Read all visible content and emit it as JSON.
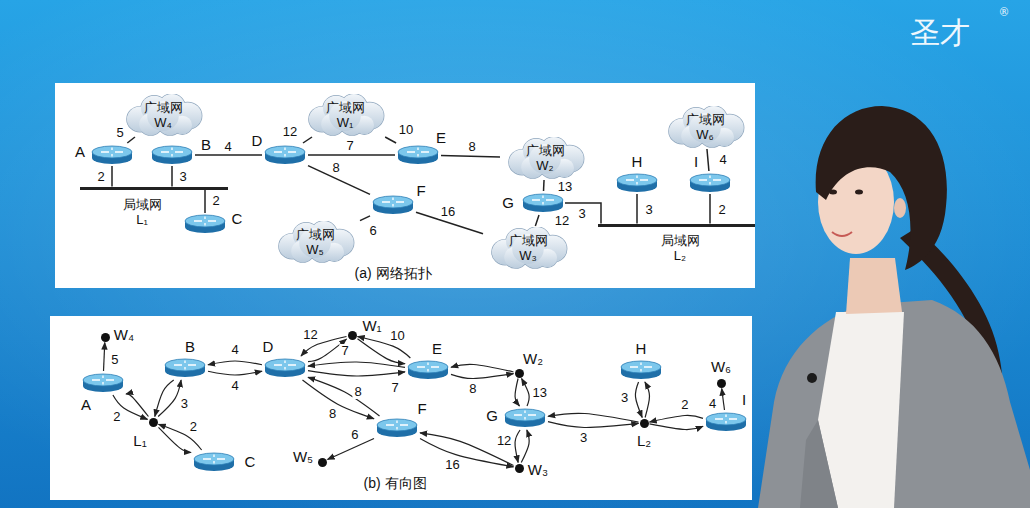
{
  "diagram": {
    "nodes": [
      {
        "text": [
          "(a) 网络拓扑"
        ]
      },
      {
        "text": [
          "广域网 W₄"
        ],
        "in": 0
      },
      {
        "text": [
          "广域网 W₁"
        ],
        "in": 0
      },
      {
        "text": [
          "广域网 W₆"
        ],
        "in": 0
      },
      {
        "text": [
          "A"
        ],
        "in": 0
      },
      {
        "text": [
          "B"
        ],
        "in": 0
      },
      {
        "text": [
          "D"
        ],
        "in": 0
      },
      {
        "text": [
          "E"
        ],
        "in": 0
      },
      {
        "text": [
          "广域网 W₂"
        ],
        "in": 0
      },
      {
        "text": [
          "H"
        ],
        "in": 0
      },
      {
        "text": [
          "I"
        ],
        "in": 0
      },
      {
        "text": [
          "局域网 L₁"
        ],
        "in": 0
      },
      {
        "text": [
          "F"
        ],
        "in": 0
      },
      {
        "text": [
          "G"
        ],
        "in": 0
      },
      {
        "text": [
          "C"
        ],
        "in": 0
      },
      {
        "text": [
          "广域网 W₅"
        ],
        "in": 0
      },
      {
        "text": [
          "广域网 W₃"
        ],
        "in": 0
      },
      {
        "text": [
          "局域网 L₂"
        ],
        "in": 0
      },
      {
        "text": [
          "(b) 有向图"
        ]
      },
      {
        "text": [
          "W₄"
        ],
        "in": 18
      },
      {
        "text": [
          "W₁"
        ],
        "in": 18
      },
      {
        "text": [
          "B"
        ],
        "in": 18
      },
      {
        "text": [
          "D"
        ],
        "in": 18
      },
      {
        "text": [
          "E"
        ],
        "in": 18
      },
      {
        "text": [
          "H"
        ],
        "in": 18
      },
      {
        "text": [
          "W₂"
        ],
        "in": 18
      },
      {
        "text": [
          "A"
        ],
        "in": 18
      },
      {
        "text": [
          "W₆"
        ],
        "in": 18
      },
      {
        "text": [
          "F"
        ],
        "in": 18
      },
      {
        "text": [
          "G"
        ],
        "in": 18
      },
      {
        "text": [
          "L₁"
        ],
        "in": 18
      },
      {
        "text": [
          "I"
        ],
        "in": 18
      },
      {
        "text": [
          "C"
        ],
        "in": 18
      },
      {
        "text": [
          "W₅"
        ],
        "in": 18
      },
      {
        "text": [
          "W₃"
        ],
        "in": 18
      },
      {
        "text": [
          "L₂"
        ],
        "in": 18
      }
    ],
    "edges": [
      {
        "from": 4,
        "to": 1,
        "arrow": "none",
        "label": "5"
      },
      {
        "from": 4,
        "to": 11,
        "arrow": "none",
        "label": "2"
      },
      {
        "from": 5,
        "to": 11,
        "arrow": "none",
        "label": "3"
      },
      {
        "from": 14,
        "to": 11,
        "arrow": "none",
        "label": "2"
      },
      {
        "from": 5,
        "to": 6,
        "arrow": "none",
        "label": "4"
      },
      {
        "from": 6,
        "to": 2,
        "arrow": "none",
        "label": "12"
      },
      {
        "from": 6,
        "to": 7,
        "arrow": "none",
        "label": "7"
      },
      {
        "from": 7,
        "to": 2,
        "arrow": "none",
        "label": "10"
      },
      {
        "from": 6,
        "to": 12,
        "arrow": "none",
        "label": "8"
      },
      {
        "from": 7,
        "to": 8,
        "arrow": "none",
        "label": "8"
      },
      {
        "from": 12,
        "to": 15,
        "arrow": "none",
        "label": "6"
      },
      {
        "from": 12,
        "to": 16,
        "arrow": "none",
        "label": "16"
      },
      {
        "from": 13,
        "to": 8,
        "arrow": "none",
        "label": "13"
      },
      {
        "from": 13,
        "to": 16,
        "arrow": "none",
        "label": "12"
      },
      {
        "from": 13,
        "to": 17,
        "arrow": "none",
        "label": "3"
      },
      {
        "from": 9,
        "to": 17,
        "arrow": "none",
        "label": "3"
      },
      {
        "from": 10,
        "to": 17,
        "arrow": "none",
        "label": "2"
      },
      {
        "from": 10,
        "to": 3,
        "arrow": "none",
        "label": "4"
      },
      {
        "from": 26,
        "to": 19,
        "arrow": "to",
        "label": "5"
      },
      {
        "from": 26,
        "to": 30,
        "arrow": "to",
        "label": "2"
      },
      {
        "from": 30,
        "to": 26,
        "arrow": "to"
      },
      {
        "from": 21,
        "to": 30,
        "arrow": "to",
        "label": "3"
      },
      {
        "from": 30,
        "to": 21,
        "arrow": "to"
      },
      {
        "from": 32,
        "to": 30,
        "arrow": "to",
        "label": "2"
      },
      {
        "from": 30,
        "to": 32,
        "arrow": "to"
      },
      {
        "from": 21,
        "to": 22,
        "arrow": "to",
        "label": "4"
      },
      {
        "from": 22,
        "to": 21,
        "arrow": "to",
        "label": "4"
      },
      {
        "from": 22,
        "to": 20,
        "arrow": "to",
        "label": "12"
      },
      {
        "from": 20,
        "to": 22,
        "arrow": "to"
      },
      {
        "from": 23,
        "to": 20,
        "arrow": "to",
        "label": "10"
      },
      {
        "from": 20,
        "to": 23,
        "arrow": "to"
      },
      {
        "from": 22,
        "to": 23,
        "arrow": "to",
        "label": "7"
      },
      {
        "from": 23,
        "to": 22,
        "arrow": "to",
        "label": "7"
      },
      {
        "from": 22,
        "to": 28,
        "arrow": "to",
        "label": "8"
      },
      {
        "from": 28,
        "to": 22,
        "arrow": "to",
        "label": "8"
      },
      {
        "from": 23,
        "to": 25,
        "arrow": "to",
        "label": "8"
      },
      {
        "from": 25,
        "to": 23,
        "arrow": "to"
      },
      {
        "from": 28,
        "to": 33,
        "arrow": "to",
        "label": "6"
      },
      {
        "from": 28,
        "to": 34,
        "arrow": "to",
        "label": "16"
      },
      {
        "from": 34,
        "to": 28,
        "arrow": "to"
      },
      {
        "from": 29,
        "to": 25,
        "arrow": "to",
        "label": "13"
      },
      {
        "from": 25,
        "to": 29,
        "arrow": "to"
      },
      {
        "from": 29,
        "to": 34,
        "arrow": "to",
        "label": "12"
      },
      {
        "from": 34,
        "to": 29,
        "arrow": "to"
      },
      {
        "from": 29,
        "to": 35,
        "arrow": "to",
        "label": "3"
      },
      {
        "from": 35,
        "to": 29,
        "arrow": "to"
      },
      {
        "from": 24,
        "to": 35,
        "arrow": "to",
        "label": "3"
      },
      {
        "from": 35,
        "to": 24,
        "arrow": "to"
      },
      {
        "from": 31,
        "to": 35,
        "arrow": "to",
        "label": "2"
      },
      {
        "from": 35,
        "to": 31,
        "arrow": "to"
      },
      {
        "from": 31,
        "to": 27,
        "arrow": "to",
        "label": "4"
      }
    ],
    "labels": [
      "圣才",
      "®"
    ]
  }
}
